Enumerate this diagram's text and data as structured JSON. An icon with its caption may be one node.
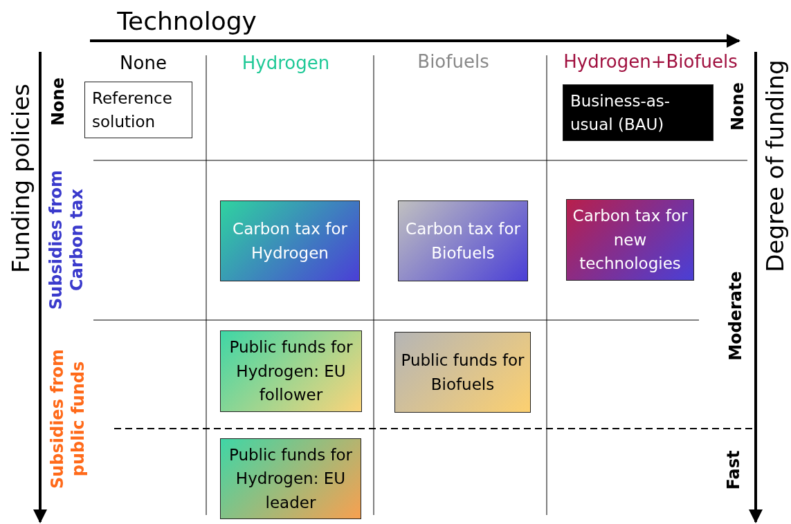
{
  "diagram": {
    "nodes": [
      {
        "text": [
          "Reference solution"
        ]
      },
      {
        "text": [
          "Business-as-usual (BAU)"
        ]
      },
      {
        "text": [
          "Carbon tax for Hydrogen"
        ]
      },
      {
        "text": [
          "Carbon tax for Biofuels"
        ]
      },
      {
        "text": [
          "Carbon tax for new technologies"
        ]
      },
      {
        "text": [
          "Public funds for Hydrogen: EU follower"
        ]
      },
      {
        "text": [
          "Public funds for Biofuels"
        ]
      },
      {
        "text": [
          "Public funds for Hydrogen: EU leader"
        ]
      }
    ],
    "labels": [
      "Technology",
      "None",
      "Hydrogen",
      "Biofuels",
      "Hydrogen+Biofuels",
      "Funding policies",
      "None",
      "Degree of funding",
      "None",
      "Subsidies from Carbon tax",
      "Moderate",
      "Subsidies from public funds",
      "Fast"
    ]
  }
}
